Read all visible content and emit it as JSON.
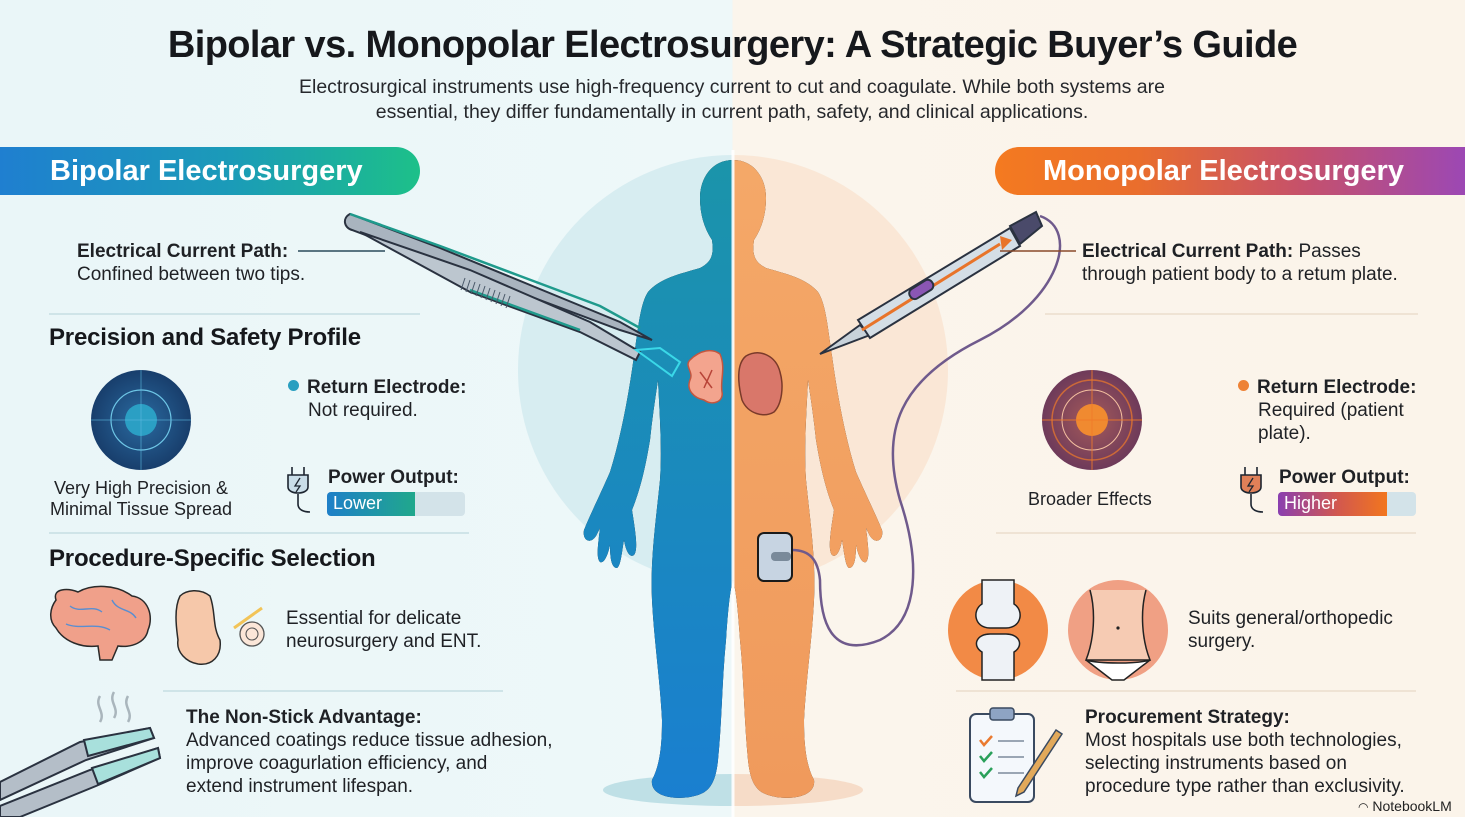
{
  "header": {
    "title": "Bipolar vs. Monopolar Electrosurgery: A Strategic Buyer’s Guide",
    "subtitle_line1": "Electrosurgical instruments use high-frequency current to cut and coagulate. While both systems are",
    "subtitle_line2": "essential, they differ fundamentally in current path, safety, and clinical applications."
  },
  "colors": {
    "bipolar_accent": "#1b9bb8",
    "bipolar_gradient": [
      "#1f7fd0",
      "#1dc089"
    ],
    "monopolar_accent": "#f47a20",
    "monopolar_gradient": [
      "#f47a20",
      "#9c48b4"
    ],
    "bipolar_body": "#1e8fb8",
    "monopolar_body": "#f2a066"
  },
  "bipolar": {
    "banner": "Bipolar Electrosurgery",
    "current_path_label": "Electrical Current Path:",
    "current_path_text": "Confined between two tips.",
    "precision_heading": "Precision and Safety Profile",
    "precision_caption_line1": "Very High Precision &",
    "precision_caption_line2": "Minimal Tissue Spread",
    "return_electrode_label": "Return Electrode:",
    "return_electrode_text": "Not required.",
    "power_label": "Power Output:",
    "power_level": "Lower",
    "power_fill_pct": 64,
    "procedure_heading": "Procedure-Specific Selection",
    "procedure_line1": "Essential for delicate",
    "procedure_line2": "neurosurgery and ENT.",
    "procedure_icons": [
      "brain-icon",
      "ear-icon"
    ],
    "nonstick_label": "The Non-Stick Advantage:",
    "nonstick_line1": "Advanced coatings reduce tissue adhesion,",
    "nonstick_line2": "improve coagurlation efficiency, and",
    "nonstick_line3": "extend instrument lifespan."
  },
  "monopolar": {
    "banner": "Monopolar Electrosurgery",
    "current_path_label": "Electrical Current Path:",
    "current_path_text_1": " Passes",
    "current_path_text_2": "through patient body to a retum plate.",
    "precision_caption": "Broader Effects",
    "return_electrode_label": "Return Electrode:",
    "return_electrode_line1": "Required (patient",
    "return_electrode_line2": "plate).",
    "power_label": "Power Output:",
    "power_level": "Higher",
    "power_fill_pct": 79,
    "procedure_line1": "Suits general/orthopedic",
    "procedure_line2": "surgery.",
    "procedure_icons": [
      "knee-joint-icon",
      "abdomen-icon"
    ],
    "procurement_label": "Procurement Strategy:",
    "procurement_line1": "Most hospitals use both technologies,",
    "procurement_line2": "selecting instruments based on",
    "procurement_line3": "procedure type rather than exclusivity."
  },
  "footer": {
    "watermark": "NotebookLM"
  }
}
